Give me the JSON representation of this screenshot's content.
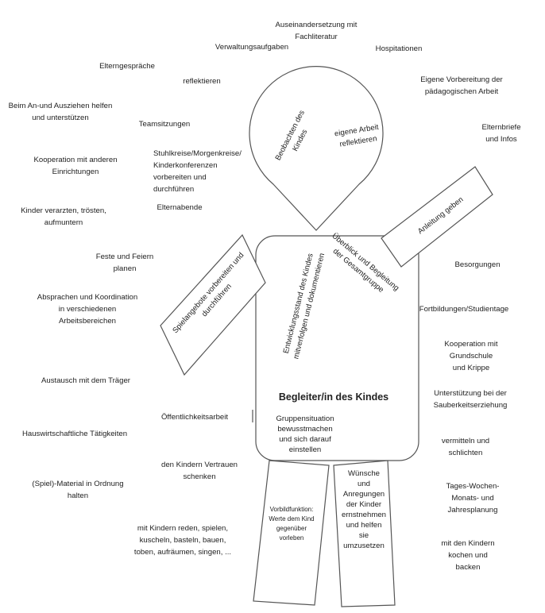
{
  "figure": {
    "title": "Begleiter/in des Kindes",
    "head_texts": {
      "observe": "Beobachten des Kindes",
      "reflect": "eigene Arbeit\nreflektieren"
    },
    "body_texts": {
      "overview": "Überblick und Begleitung\nder Gesamtgruppe",
      "development": "Entwicklungsstand des Kindes\nmitverfolgen und dokumentieren",
      "group": "Gruppensituation\nbewusstmachen\nund sich darauf\neinstellen"
    },
    "arm_texts": {
      "left": "Spielangebote vorbereiten und\ndurchführen",
      "right": "Anleitung geben"
    },
    "leg_texts": {
      "left": "Vorbildfunktion:\nWerte dem Kind\ngegenüber\nvorleben",
      "right": "Wünsche\nund\nAnregungen\nder Kinder\nernstnehmen\nund helfen\nsie\numzusetzen"
    }
  },
  "labels": {
    "auseinandersetzung": "Auseinandersetzung mit\nFachliteratur",
    "verwaltung": "Verwaltungsaufgaben",
    "hospitationen": "Hospitationen",
    "elterngespraeche": "Elterngespräche",
    "reflektieren": "reflektieren",
    "vorbereitung": "Eigene Vorbereitung der\npädagogischen Arbeit",
    "anausziehen": "Beim An-und Ausziehen helfen\nund unterstützen",
    "teamsitzungen": "Teamsitzungen",
    "elternbriefe": "Elternbriefe und Infos",
    "kooperation_einr": "Kooperation mit anderen\nEinrichtungen",
    "stuhlkreise": "Stuhlkreise/Morgenkreise/\nKinderkonferenzen\nvorbereiten und\ndurchführen",
    "verarzten": "Kinder verarzten, trösten,\naufmuntern",
    "elternabende": "Elternabende",
    "feste": "Feste und Feiern\nplanen",
    "besorgungen": "Besorgungen",
    "fortbildungen": "Fortbildungen/Studientage",
    "absprachen": "Absprachen und Koordination\nin verschiedenen\nArbeitsbereichen",
    "kooperation_gs": "Kooperation mit Grundschule\nund Krippe",
    "austausch": "Austausch mit dem Träger",
    "sauberkeit": "Unterstützung bei der\nSauberkeitserziehung",
    "oeffentlichkeit": "Öffentlichkeitsarbeit",
    "hauswirtschaft": "Hauswirtschaftliche Tätigkeiten",
    "schlichten": "vermitteln und schlichten",
    "vertrauen": "den Kindern Vertrauen\nschenken",
    "material": "(Spiel)-Material in Ordnung\nhalten",
    "planung": "Tages-Wochen-Monats- und\nJahresplanung",
    "reden": "mit Kindern reden, spielen,\nkuscheln, basteln, bauen,\ntoben, aufräumen, singen, ...",
    "kochen": "mit den Kindern kochen und\nbacken"
  },
  "colors": {
    "line": "#555555",
    "text": "#222222"
  }
}
